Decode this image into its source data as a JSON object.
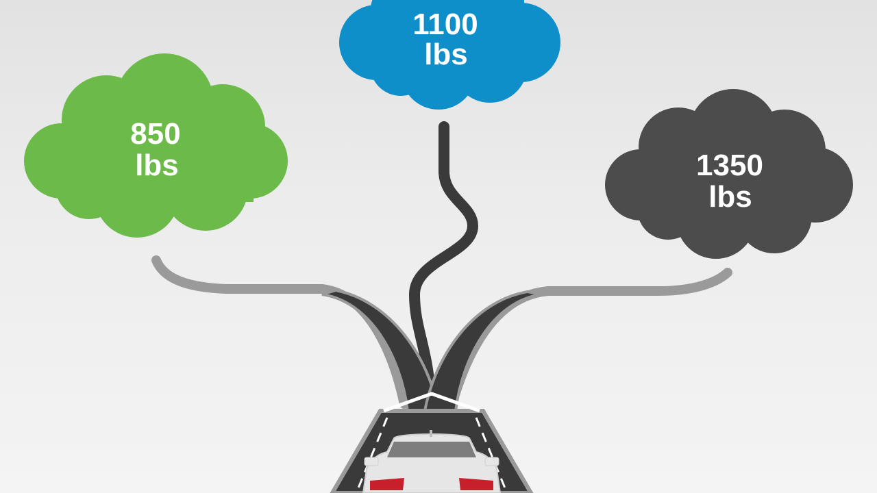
{
  "clouds": [
    {
      "value": "850",
      "unit": "lbs",
      "color": "#6cbb4a"
    },
    {
      "value": "1100",
      "unit": "lbs",
      "color": "#0e8fc9"
    },
    {
      "value": "1350",
      "unit": "lbs",
      "color": "#4c4c4c"
    }
  ],
  "road": {
    "asphalt": "#3a3a3a",
    "edge": "#9a9a9a",
    "lane_line": "#ffffff"
  },
  "car": {
    "body": "#e6e6e6",
    "tail_light": "#c8202a"
  }
}
